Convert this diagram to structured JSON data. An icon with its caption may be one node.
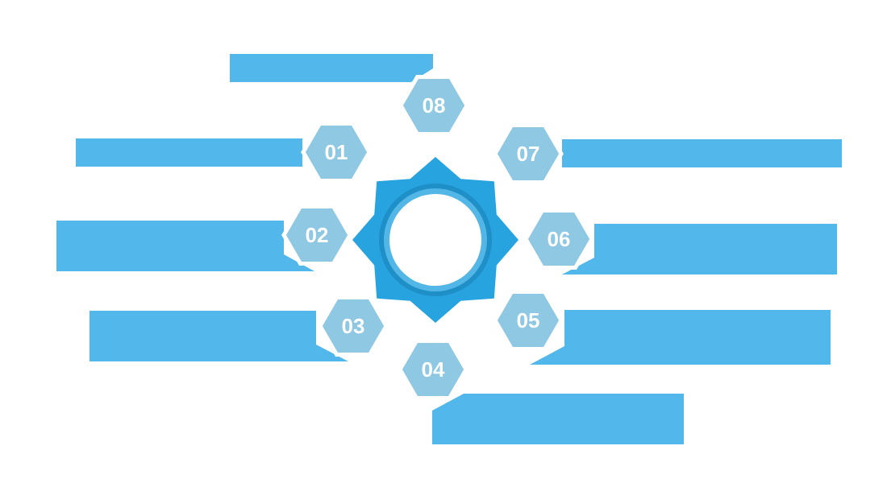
{
  "diagram": {
    "nodes": [
      {
        "text": [
          "01"
        ]
      },
      {
        "text": [
          "02"
        ]
      },
      {
        "text": [
          "03"
        ]
      },
      {
        "text": [
          "04"
        ]
      },
      {
        "text": [
          "05"
        ]
      },
      {
        "text": [
          "06"
        ]
      },
      {
        "text": [
          "07"
        ]
      },
      {
        "text": [
          "08"
        ]
      },
      {
        "text": [],
        "shape": "bar"
      },
      {
        "text": [],
        "shape": "bar"
      },
      {
        "text": [],
        "shape": "bar"
      },
      {
        "text": [],
        "shape": "bar"
      },
      {
        "text": [],
        "shape": "bar"
      },
      {
        "text": [],
        "shape": "bar"
      },
      {
        "text": [],
        "shape": "bar"
      },
      {
        "text": [],
        "shape": "bar"
      }
    ]
  }
}
